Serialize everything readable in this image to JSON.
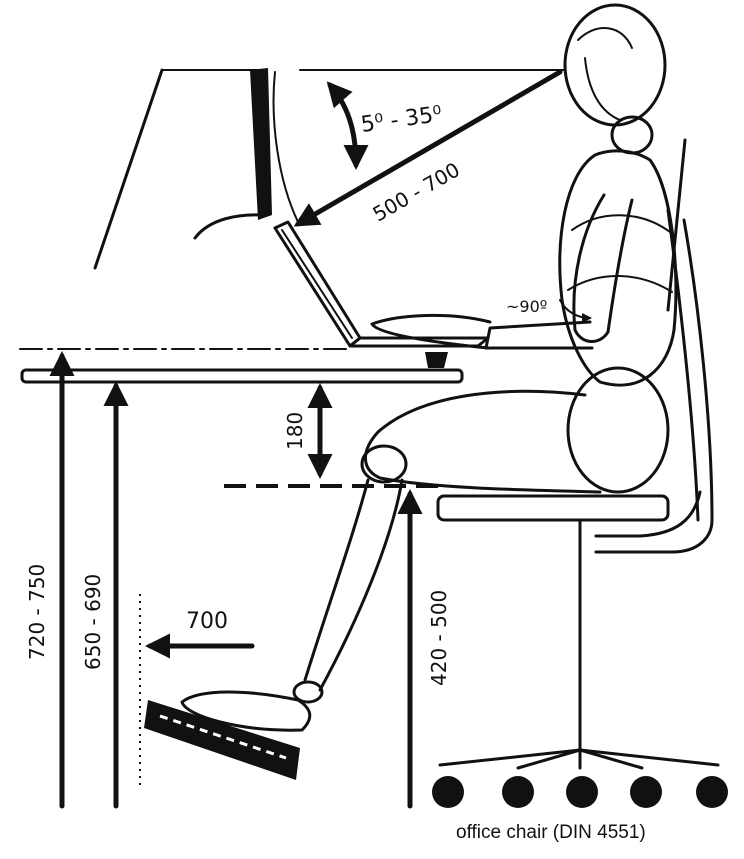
{
  "labels": {
    "view_angle": "5⁰ - 35⁰",
    "view_distance": "500 - 700",
    "elbow_angle": "~90º",
    "desk_to_thigh": "180",
    "legroom": "700",
    "desk_height_a": "720 - 750",
    "desk_height_b": "650 - 690",
    "seat_height": "420 - 500",
    "caption": "office chair (DIN 4551)"
  }
}
